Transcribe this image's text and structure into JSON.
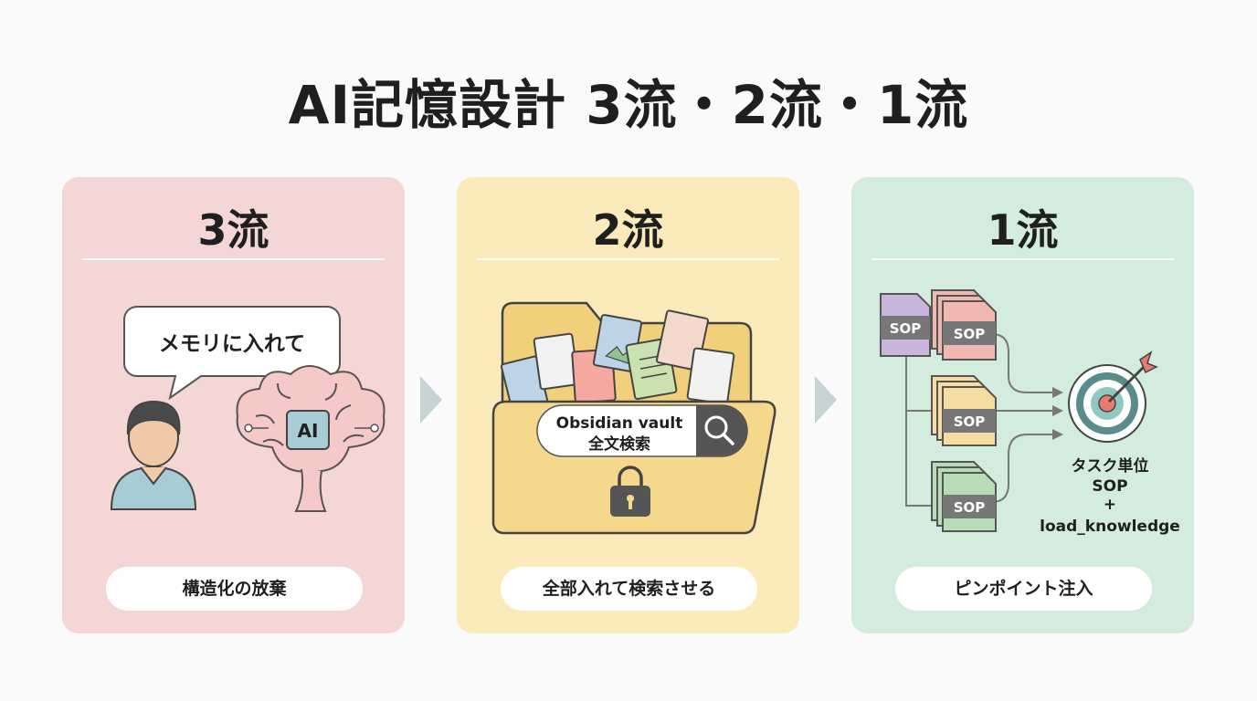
{
  "title": "AI記憶設計 3流・2流・1流",
  "panels": [
    {
      "heading": "3流",
      "speech": "メモリに入れて",
      "chip_label": "AI",
      "caption": "構造化の放棄",
      "bg_color": "#f4d7d5"
    },
    {
      "heading": "2流",
      "search_line1": "Obsidian vault",
      "search_line2": "全文検索",
      "caption": "全部入れて検索させる",
      "bg_color": "#fbeaba"
    },
    {
      "heading": "1流",
      "sop_label": "SOP",
      "target_line1": "タスク単位",
      "target_line2": "SOP",
      "target_line3": "+",
      "target_line4": "load_knowledge",
      "caption": "ピンポイント注入",
      "bg_color": "#d4ecde"
    }
  ],
  "icons": [
    "person-icon",
    "brain-ai-icon",
    "folder-icon",
    "search-icon",
    "lock-icon",
    "sop-document-icon",
    "target-icon"
  ]
}
